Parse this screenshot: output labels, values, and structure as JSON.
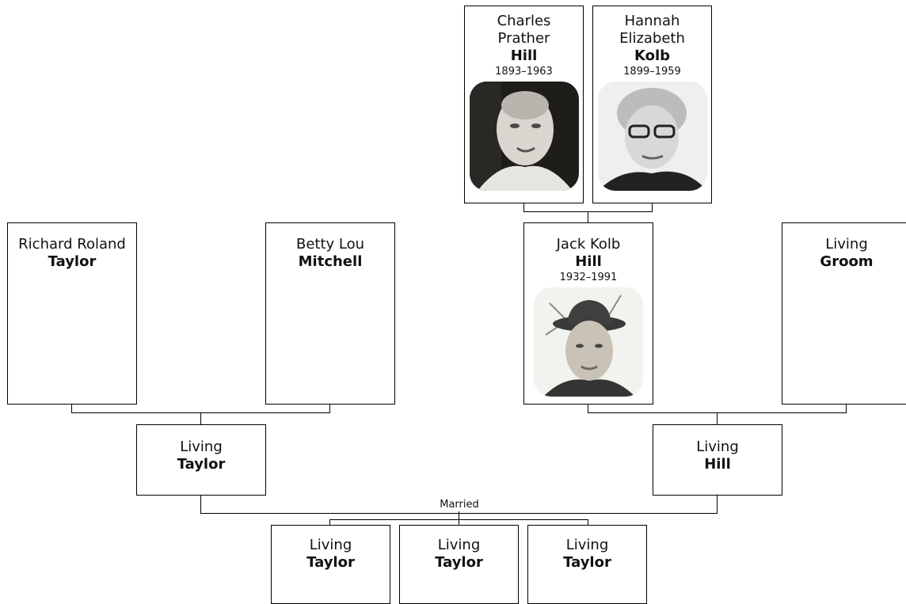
{
  "people": {
    "charles": {
      "given": "Charles\nPrather",
      "surname": "Hill",
      "dates": "1893–1963",
      "photo": "portrait-photo"
    },
    "hannah": {
      "given": "Hannah\nElizabeth",
      "surname": "Kolb",
      "dates": "1899–1959",
      "photo": "portrait-photo"
    },
    "richard": {
      "given": "Richard Roland",
      "surname": "Taylor"
    },
    "betty": {
      "given": "Betty Lou",
      "surname": "Mitchell"
    },
    "jack": {
      "given": "Jack Kolb",
      "surname": "Hill",
      "dates": "1932–1991",
      "photo": "portrait-photo"
    },
    "groom": {
      "given": "Living",
      "surname": "Groom"
    },
    "living_taylor_parent": {
      "given": "Living",
      "surname": "Taylor"
    },
    "living_hill": {
      "given": "Living",
      "surname": "Hill"
    },
    "child1": {
      "given": "Living",
      "surname": "Taylor"
    },
    "child2": {
      "given": "Living",
      "surname": "Taylor"
    },
    "child3": {
      "given": "Living",
      "surname": "Taylor"
    }
  },
  "married_label": "Married"
}
